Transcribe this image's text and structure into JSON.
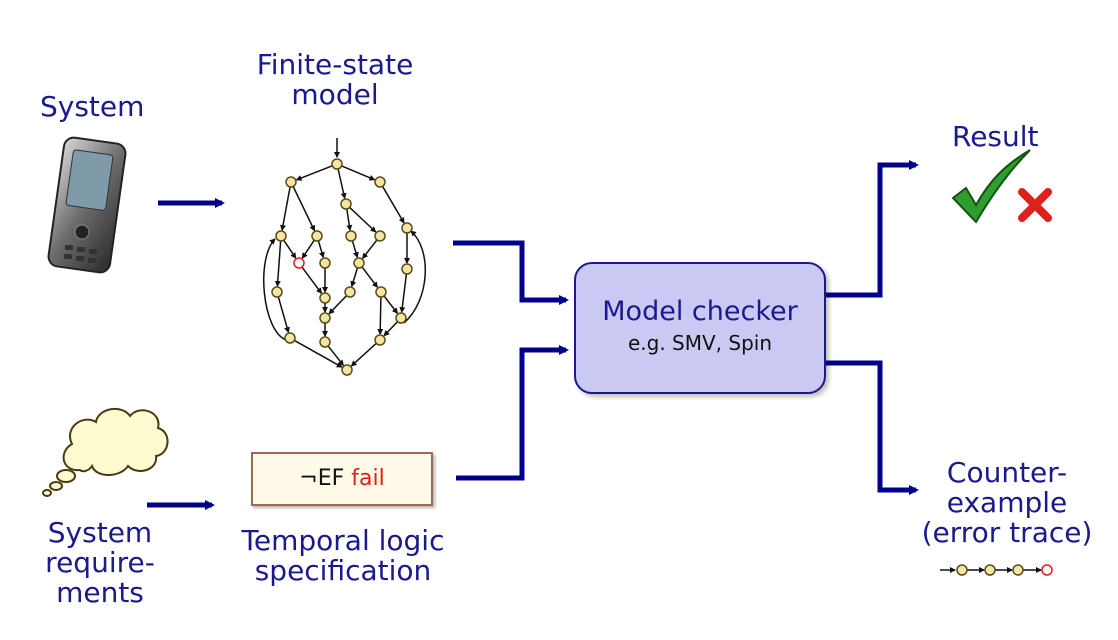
{
  "labels": {
    "system": "System",
    "finite_state_model": [
      "Finite-state",
      "model"
    ],
    "result": "Result",
    "system_requirements": [
      "System",
      "require-",
      "ments"
    ],
    "temporal_logic_spec": [
      "Temporal logic",
      "specification"
    ],
    "counterexample": [
      "Counter-",
      "example",
      "(error trace)"
    ]
  },
  "model_checker": {
    "title": "Model checker",
    "subtitle": "e.g. SMV, Spin"
  },
  "spec_formula": {
    "prefix": "¬EF ",
    "keyword": "fail"
  },
  "colors": {
    "arrow": "#00008b",
    "label": "#1a1a8c",
    "node_fill": "#f3e6a0",
    "node_stroke": "#5c4a1e",
    "error_node": "#e0201a",
    "check": "#2e9e2e",
    "cross": "#e0201a",
    "checker_box": "#c9c9f4",
    "cloud_fill": "#fffbd0"
  },
  "icons": [
    "phone-icon",
    "thought-cloud-icon",
    "checkmark-icon",
    "cross-icon"
  ]
}
